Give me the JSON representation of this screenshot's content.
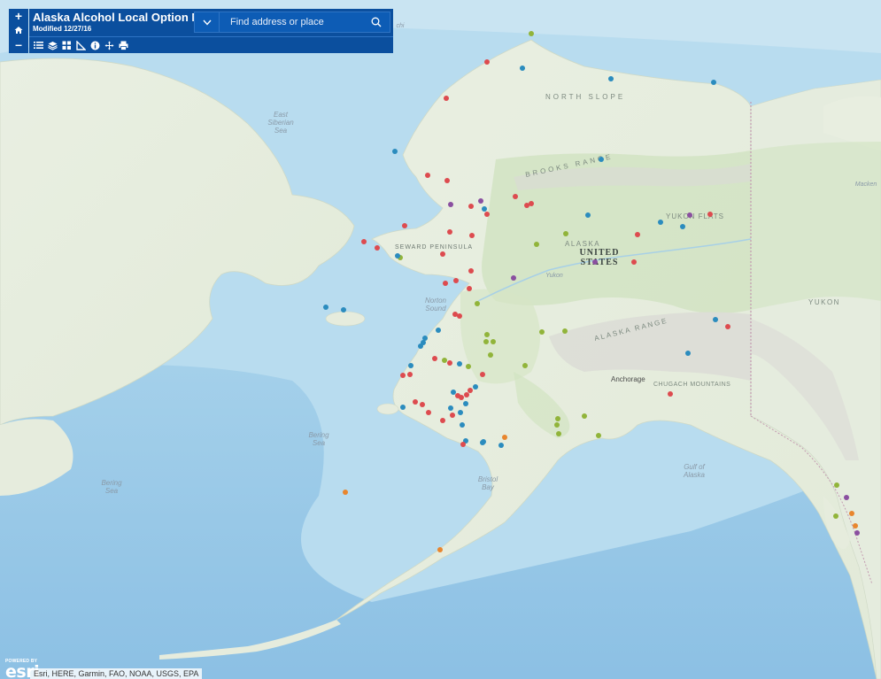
{
  "app": {
    "title": "Alaska Alcohol Local Option Map",
    "modified": "Modified 12/27/16"
  },
  "search": {
    "placeholder": "Find address or place"
  },
  "controls": {
    "zoom_in": "+",
    "zoom_out": "–"
  },
  "colors": {
    "red": "#dd4b4f",
    "blue": "#2b8cbe",
    "green": "#91b43a",
    "purple": "#8a4fa0",
    "orange": "#e8862e",
    "panel": "#0b4f9e"
  },
  "toolbar": [
    "list-icon",
    "layers-icon",
    "grid-icon",
    "measure-icon",
    "info-icon",
    "move-icon",
    "print-icon"
  ],
  "map_labels": {
    "east_siberian_sea": [
      "East",
      "Siberian",
      "Sea"
    ],
    "north_slope": "NORTH SLOPE",
    "brooks_range": "BROOKS RANGE",
    "yukon_flats": "YUKON FLATS",
    "seward_peninsula": "SEWARD PENINSULA",
    "alaska": "ALASKA",
    "united_states": [
      "UNITED",
      "STATES"
    ],
    "yukon": "YUKON",
    "yukon_river": "Yukon",
    "norton_sound": [
      "Norton",
      "Sound"
    ],
    "alaska_range": "ALASKA RANGE",
    "anchorage": "Anchorage",
    "chugach": "CHUGACH MOUNTAINS",
    "bering_sea_1": [
      "Bering",
      "Sea"
    ],
    "bering_sea_2": [
      "Bering",
      "Sea"
    ],
    "bristol_bay": [
      "Bristol",
      "Bay"
    ],
    "gulf_of_alaska": [
      "Gulf of",
      "Alaska"
    ],
    "mackenzie": "Macken",
    "chi": "chi"
  },
  "attribution": {
    "powered_by": "POWERED BY",
    "logo": "esri",
    "text": "Esri, HERE, Garmin, FAO, NOAA, USGS, EPA"
  }
}
